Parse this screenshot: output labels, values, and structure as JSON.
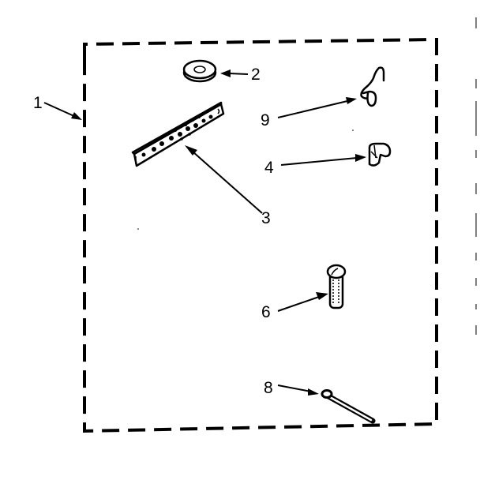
{
  "diagram": {
    "type": "exploded-parts-kit",
    "colors": {
      "ink": "#000000",
      "paper": "#ffffff"
    },
    "kit": {
      "callout": "1",
      "border_style": "dashed"
    },
    "parts": [
      {
        "callout": "2",
        "shape": "washer-icon"
      },
      {
        "callout": "3",
        "shape": "perforated-strap-icon"
      },
      {
        "callout": "9",
        "shape": "hook-clip-icon"
      },
      {
        "callout": "4",
        "shape": "clip-icon"
      },
      {
        "callout": "6",
        "shape": "bolt-icon"
      },
      {
        "callout": "8",
        "shape": "cotter-pin-icon"
      }
    ]
  }
}
